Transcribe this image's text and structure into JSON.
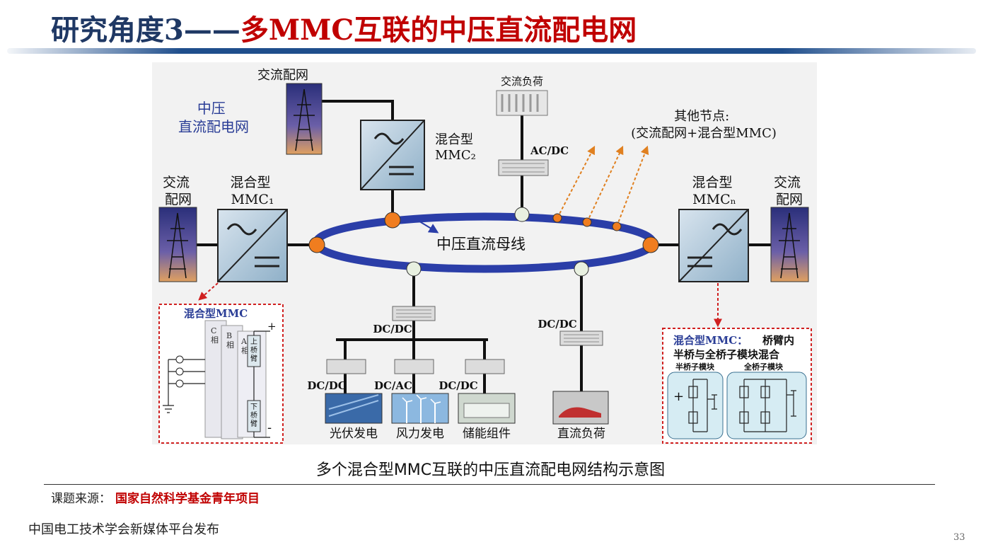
{
  "title": {
    "part1": "研究角度3——",
    "part2": "多MMC互联的中压直流配电网"
  },
  "diagram": {
    "network_label": "中压\n直流配电网",
    "bus_label": "中压直流母线",
    "ac_grid_top": "交流配网",
    "ac_grid_left": "交流\n配网",
    "ac_grid_right": "交流\n配网",
    "mmc_top_label": "混合型\nMMC₂",
    "mmc_left_label": "混合型\nMMC₁",
    "mmc_right_label": "混合型\nMMCₙ",
    "ac_load": "交流负荷",
    "acdc": "AC/DC",
    "other_nodes": "其他节点:\n(交流配网+混合型MMC)",
    "dcdc_main": "DC/DC",
    "dcdc_right": "DC/DC",
    "conv_pv": "DC/DC",
    "conv_wind": "DC/AC",
    "conv_storage": "DC/DC",
    "pv": "光伏发电",
    "wind": "风力发电",
    "storage": "储能组件",
    "dc_load": "直流负荷",
    "inset_left": {
      "title": "混合型MMC",
      "phase_c": "C\n相",
      "phase_b": "B\n相",
      "phase_a": "A\n相",
      "upper_arm": "上\n桥\n臂",
      "lower_arm": "下\n桥\n臂",
      "plus": "+",
      "minus": "-"
    },
    "inset_right": {
      "title": "混合型MMC：",
      "desc1": "桥臂内",
      "desc2": "半桥与全桥子模块混合",
      "half_bridge": "半桥子模块",
      "full_bridge": "全桥子模块"
    }
  },
  "caption": "多个混合型MMC互联的中压直流配电网结构示意图",
  "source_label": "课题来源：",
  "source_value": "国家自然科学基金青年项目",
  "footer": "中国电工技术学会新媒体平台发布",
  "page_number": "33",
  "colors": {
    "title_blue": "#1f3864",
    "title_red": "#c00000",
    "bus": "#2b3ea8",
    "node_orange": "#f07d1f",
    "inset_border": "#d02020"
  }
}
